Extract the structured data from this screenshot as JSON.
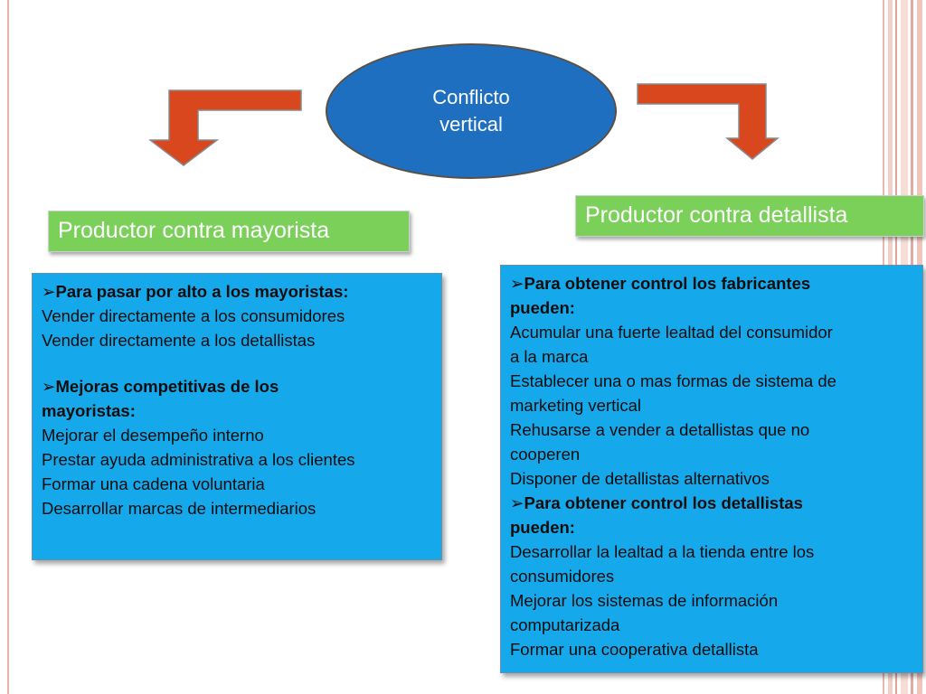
{
  "diagram": {
    "center": {
      "line1": "Conflicto",
      "line2": "vertical"
    },
    "left": {
      "title": "Productor contra mayorista",
      "sections": [
        {
          "heading": "Para pasar por alto a los mayoristas:",
          "items": [
            "Vender directamente a los consumidores",
            "Vender directamente a los detallistas"
          ]
        },
        {
          "heading_line1": "Mejoras competitivas de los",
          "heading_line2": "mayoristas:",
          "items": [
            "Mejorar el desempeño interno",
            "Prestar ayuda administrativa a los clientes",
            "Formar una cadena voluntaria",
            "Desarrollar marcas de intermediarios"
          ]
        }
      ]
    },
    "right": {
      "title": "Productor contra detallista",
      "sections": [
        {
          "heading_line1": "Para obtener control los fabricantes",
          "heading_line2": "pueden:",
          "lines": [
            "Acumular una fuerte lealtad del consumidor",
            "a la marca",
            "Establecer una o mas formas de sistema de",
            "marketing vertical",
            "Rehusarse a vender a detallistas que no",
            "cooperen",
            "Disponer de detallistas alternativos"
          ]
        },
        {
          "heading_line1": "Para obtener control los detallistas",
          "heading_line2": "pueden:",
          "lines": [
            "Desarrollar la lealtad a la tienda entre los",
            "consumidores",
            "Mejorar los sistemas de información",
            "computarizada",
            "Formar una cooperativa detallista"
          ]
        }
      ]
    },
    "bullet_glyph": "➢",
    "colors": {
      "ellipse": "#1f6fc1",
      "arrow": "#d9471f",
      "green_box": "#7bd05a",
      "blue_box": "#15a9ec"
    }
  }
}
